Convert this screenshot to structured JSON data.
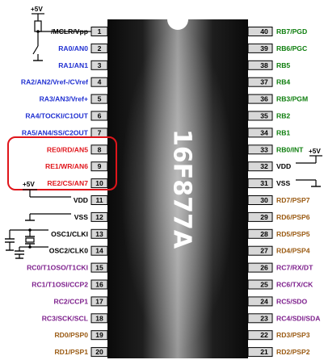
{
  "chip": {
    "label": "16F877A"
  },
  "colors": {
    "blue": "#1f2fd1",
    "green": "#0c7d0c",
    "red": "#e0151b",
    "purple": "#7d1f8c",
    "brown": "#9a5a12",
    "black": "#000000",
    "highlight": "#e0151b"
  },
  "left_pins": [
    {
      "num": "1",
      "label": "/MCLR/Vpp",
      "color": "black"
    },
    {
      "num": "2",
      "label": "RA0/AN0",
      "color": "blue"
    },
    {
      "num": "3",
      "label": "RA1/AN1",
      "color": "blue"
    },
    {
      "num": "4",
      "label": "RA2/AN2/Vref-/CVref",
      "color": "blue"
    },
    {
      "num": "5",
      "label": "RA3/AN3/Vref+",
      "color": "blue"
    },
    {
      "num": "6",
      "label": "RA4/TOCKI/C1OUT",
      "color": "blue"
    },
    {
      "num": "7",
      "label": "RA5/AN4/SS/C2OUT",
      "color": "blue"
    },
    {
      "num": "8",
      "label": "RE0/RD/AN5",
      "color": "red"
    },
    {
      "num": "9",
      "label": "RE1/WR/AN6",
      "color": "red"
    },
    {
      "num": "10",
      "label": "RE2/CS/AN7",
      "color": "red"
    },
    {
      "num": "11",
      "label": "VDD",
      "color": "black"
    },
    {
      "num": "12",
      "label": "VSS",
      "color": "black"
    },
    {
      "num": "13",
      "label": "OSC1/CLKI",
      "color": "black"
    },
    {
      "num": "14",
      "label": "OSC2/CLK0",
      "color": "black"
    },
    {
      "num": "15",
      "label": "RC0/T1OSO/T1CKI",
      "color": "purple"
    },
    {
      "num": "16",
      "label": "RC1/T1OSI/CCP2",
      "color": "purple"
    },
    {
      "num": "17",
      "label": "RC2/CCP1",
      "color": "purple"
    },
    {
      "num": "18",
      "label": "RC3/SCK/SCL",
      "color": "purple"
    },
    {
      "num": "19",
      "label": "RD0/PSP0",
      "color": "brown"
    },
    {
      "num": "20",
      "label": "RD1/PSP1",
      "color": "brown"
    }
  ],
  "right_pins": [
    {
      "num": "40",
      "label": "RB7/PGD",
      "color": "green"
    },
    {
      "num": "39",
      "label": "RB6/PGC",
      "color": "green"
    },
    {
      "num": "38",
      "label": "RB5",
      "color": "green"
    },
    {
      "num": "37",
      "label": "RB4",
      "color": "green"
    },
    {
      "num": "36",
      "label": "RB3/PGM",
      "color": "green"
    },
    {
      "num": "35",
      "label": "RB2",
      "color": "green"
    },
    {
      "num": "34",
      "label": "RB1",
      "color": "green"
    },
    {
      "num": "33",
      "label": "RB0/INT",
      "color": "green"
    },
    {
      "num": "32",
      "label": "VDD",
      "color": "black"
    },
    {
      "num": "31",
      "label": "VSS",
      "color": "black"
    },
    {
      "num": "30",
      "label": "RD7/PSP7",
      "color": "brown"
    },
    {
      "num": "29",
      "label": "RD6/PSP6",
      "color": "brown"
    },
    {
      "num": "28",
      "label": "RD5/PSP5",
      "color": "brown"
    },
    {
      "num": "27",
      "label": "RD4/PSP4",
      "color": "brown"
    },
    {
      "num": "26",
      "label": "RC7/RX/DT",
      "color": "purple"
    },
    {
      "num": "25",
      "label": "RC6/TX/CK",
      "color": "purple"
    },
    {
      "num": "24",
      "label": "RC5/SDO",
      "color": "purple"
    },
    {
      "num": "23",
      "label": "RC4/SDI/SDA",
      "color": "purple"
    },
    {
      "num": "22",
      "label": "RD3/PSP3",
      "color": "brown"
    },
    {
      "num": "21",
      "label": "RD2/PSP2",
      "color": "brown"
    }
  ],
  "supply": {
    "mclr_label": "+5V",
    "vdd_left_label": "+5V",
    "vdd_right_label": "+5V"
  }
}
